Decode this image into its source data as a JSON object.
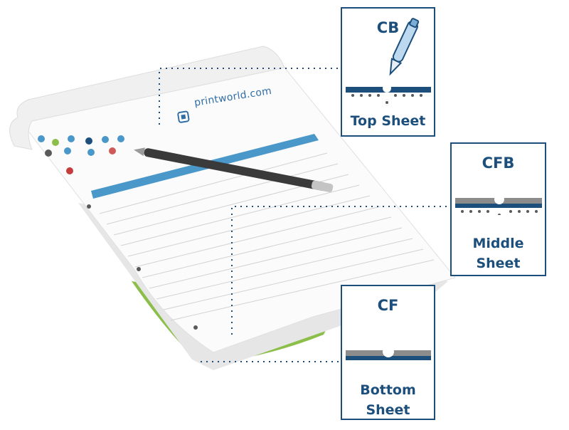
{
  "brand": {
    "text": "printworld.com"
  },
  "panels": {
    "top": {
      "code": "CB",
      "label_lines": [
        "Top Sheet"
      ]
    },
    "middle": {
      "code": "CFB",
      "label_lines": [
        "Middle",
        "Sheet"
      ]
    },
    "bottom": {
      "code": "CF",
      "label_lines": [
        "Bottom",
        "Sheet"
      ]
    }
  },
  "colors": {
    "accent_blue": "#1d4f7c",
    "header_bar": "#4a97c9",
    "coating_grey": "#8c8c8c",
    "sheet_yellow": "#cfd84a",
    "sheet_green": "#8cbf4a",
    "dot_grey": "#58595b"
  }
}
